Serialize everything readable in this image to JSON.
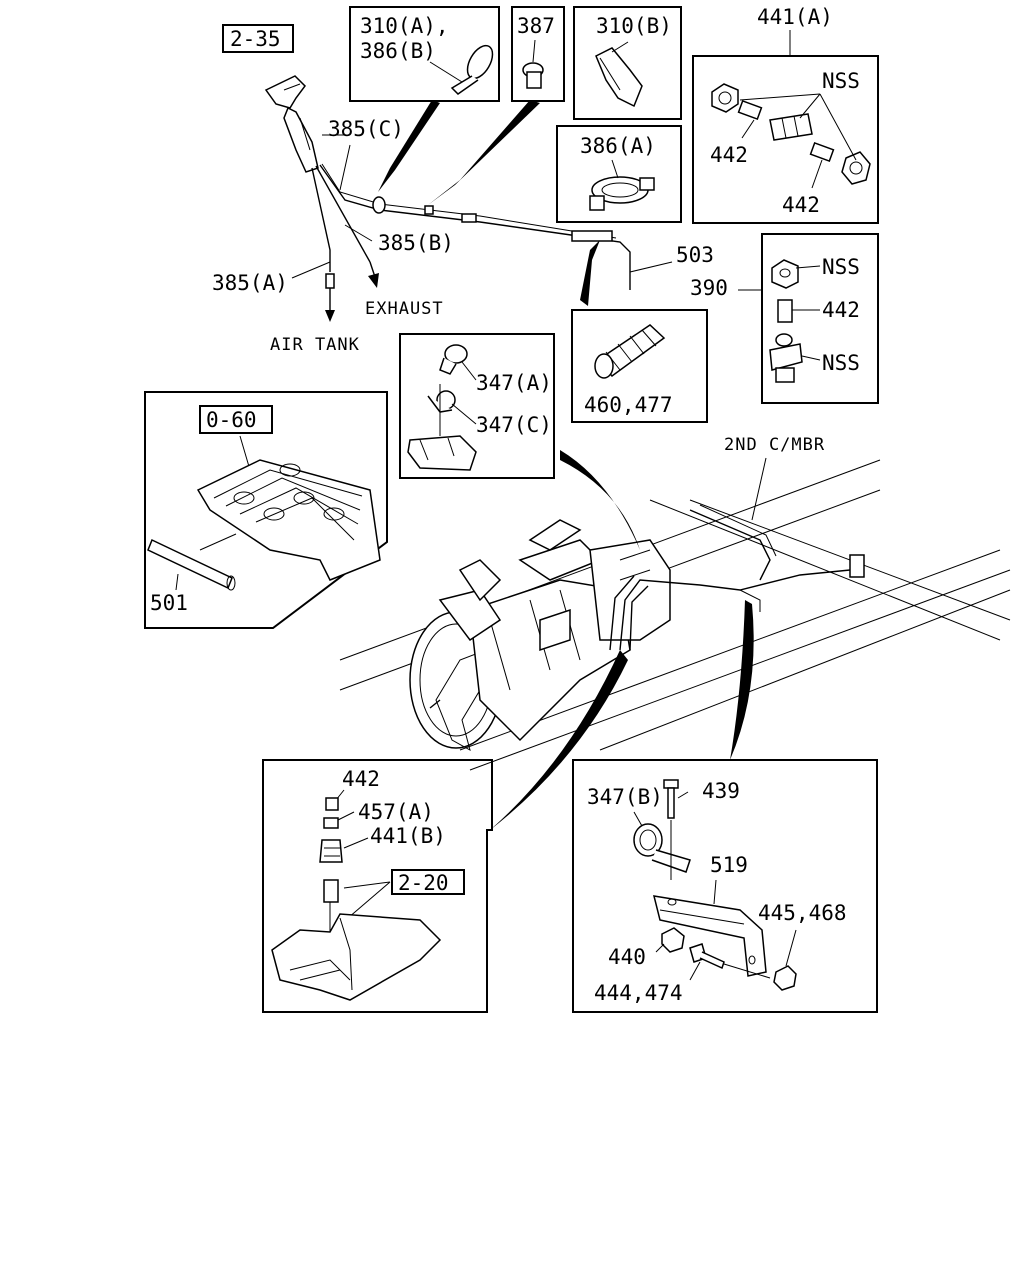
{
  "labels": {
    "ref_2_35": "2-35",
    "p310a": "310(A),",
    "p386b": "386(B)",
    "p387": "387",
    "p310b": "310(B)",
    "p441a": "441(A)",
    "nss": "NSS",
    "p442": "442",
    "p386a": "386(A)",
    "p385c": "385(C)",
    "p385b": "385(B)",
    "p385a": "385(A)",
    "exhaust": "EXHAUST",
    "air_tank": "AIR TANK",
    "p503": "503",
    "p390": "390",
    "p460_477": "460,477",
    "p347a": "347(A)",
    "p347c": "347(C)",
    "ref_0_60": "0-60",
    "p501": "501",
    "crossmember": "2ND C/MBR",
    "p457a": "457(A)",
    "p441b": "441(B)",
    "ref_2_20": "2-20",
    "p347b": "347(B)",
    "p439": "439",
    "p519": "519",
    "p445_468": "445,468",
    "p440": "440",
    "p444_474": "444,474"
  }
}
